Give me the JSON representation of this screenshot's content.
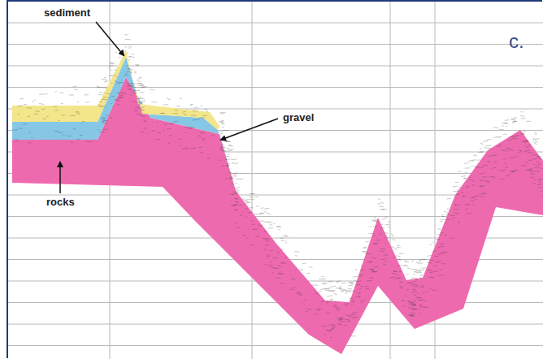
{
  "diagram": {
    "labels": [
      "sediment",
      "gravel",
      "rocks",
      "c."
    ]
  }
}
